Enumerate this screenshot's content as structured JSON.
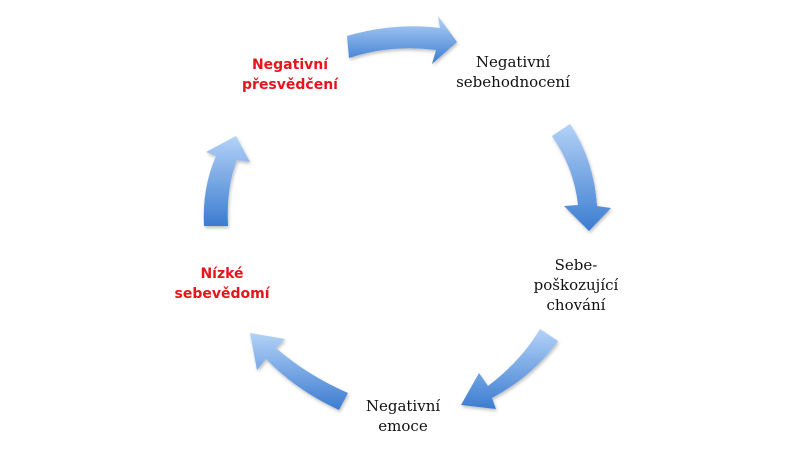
{
  "diagram": {
    "nodes": [
      {
        "lines": [
          "Negativní",
          "sebehodnocení"
        ],
        "highlight": false
      },
      {
        "lines": [
          "Sebe-",
          "poškozující",
          "chování"
        ],
        "highlight": false
      },
      {
        "lines": [
          "Negativní",
          "emoce"
        ],
        "highlight": false
      },
      {
        "lines": [
          "Nízké",
          "sebevědomí"
        ],
        "highlight": true
      },
      {
        "lines": [
          "Negativní",
          "přesvědčení"
        ],
        "highlight": true
      }
    ],
    "colors": {
      "arrow_light": "#a9cbf4",
      "arrow_dark": "#3f7fd0",
      "highlight_text": "#e8141c",
      "normal_text": "#111111"
    }
  }
}
